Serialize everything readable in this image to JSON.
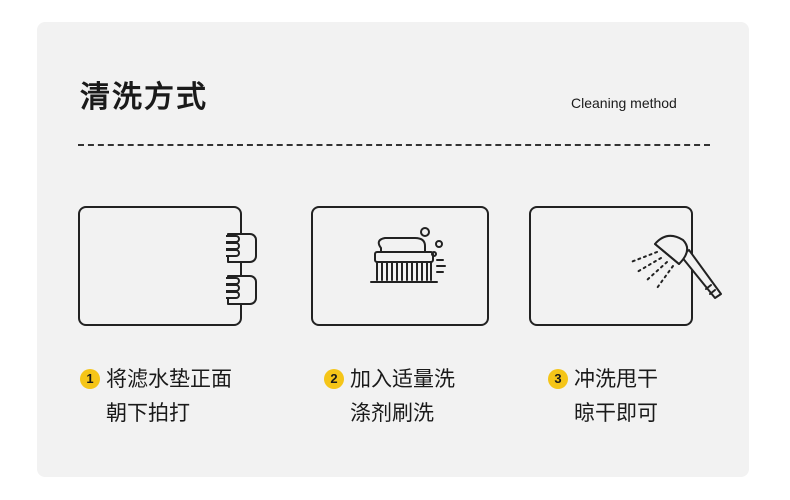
{
  "header": {
    "title": "清洗方式",
    "subtitle": "Cleaning method"
  },
  "steps": [
    {
      "number": "1",
      "line1": "将滤水垫正面",
      "line2": "朝下拍打",
      "icon": "hands-patting-icon"
    },
    {
      "number": "2",
      "line1": "加入适量洗",
      "line2": "涤剂刷洗",
      "icon": "brush-bubbles-icon"
    },
    {
      "number": "3",
      "line1": "冲洗甩干",
      "line2": "晾干即可",
      "icon": "shower-head-icon"
    }
  ],
  "colors": {
    "background": "#f2f2f2",
    "accent": "#f5c518",
    "ink": "#222222"
  }
}
